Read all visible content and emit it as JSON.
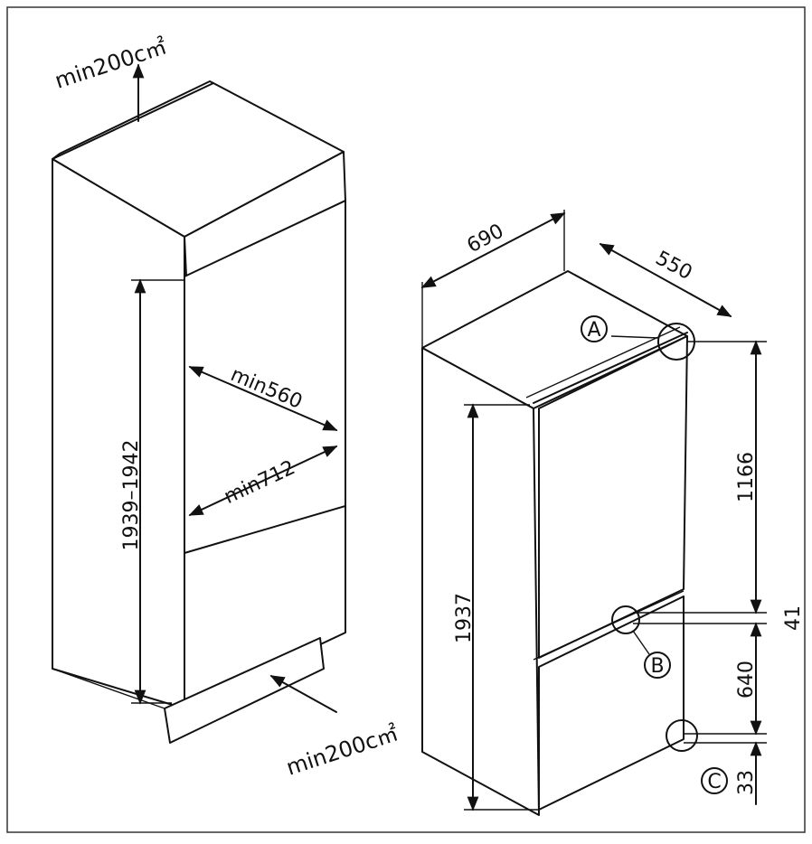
{
  "diagram": {
    "left": {
      "vent_top": "min200c㎡",
      "vent_bottom": "min200c㎡",
      "height": "1939–1942",
      "width_min": "min560",
      "depth_min": "min712"
    },
    "right": {
      "width": "690",
      "depth": "550",
      "height": "1937",
      "upper": "1166",
      "gap": "41",
      "lower": "640",
      "bottom": "33",
      "marker_a": "A",
      "marker_b": "B",
      "marker_c": "C"
    }
  }
}
